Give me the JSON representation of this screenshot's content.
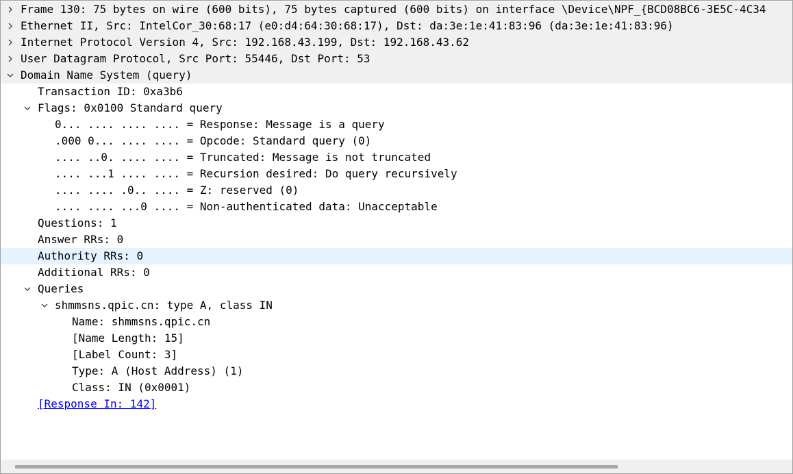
{
  "tree": [
    {
      "text": "Frame 130: 75 bytes on wire (600 bits), 75 bytes captured (600 bits) on interface \\Device\\NPF_{BCD08BC6-3E5C-4C34",
      "depth": 0,
      "arrow": "right",
      "style": "gray"
    },
    {
      "text": "Ethernet II, Src: IntelCor_30:68:17 (e0:d4:64:30:68:17), Dst: da:3e:1e:41:83:96 (da:3e:1e:41:83:96)",
      "depth": 0,
      "arrow": "right",
      "style": "gray"
    },
    {
      "text": "Internet Protocol Version 4, Src: 192.168.43.199, Dst: 192.168.43.62",
      "depth": 0,
      "arrow": "right",
      "style": "gray"
    },
    {
      "text": "User Datagram Protocol, Src Port: 55446, Dst Port: 53",
      "depth": 0,
      "arrow": "right",
      "style": "gray"
    },
    {
      "text": "Domain Name System (query)",
      "depth": 0,
      "arrow": "down",
      "style": "gray"
    },
    {
      "text": "Transaction ID: 0xa3b6",
      "depth": 1,
      "arrow": "none"
    },
    {
      "text": "Flags: 0x0100 Standard query",
      "depth": 1,
      "arrow": "down"
    },
    {
      "text": "0... .... .... .... = Response: Message is a query",
      "depth": 2,
      "arrow": "none"
    },
    {
      "text": ".000 0... .... .... = Opcode: Standard query (0)",
      "depth": 2,
      "arrow": "none"
    },
    {
      "text": ".... ..0. .... .... = Truncated: Message is not truncated",
      "depth": 2,
      "arrow": "none"
    },
    {
      "text": ".... ...1 .... .... = Recursion desired: Do query recursively",
      "depth": 2,
      "arrow": "none"
    },
    {
      "text": ".... .... .0.. .... = Z: reserved (0)",
      "depth": 2,
      "arrow": "none"
    },
    {
      "text": ".... .... ...0 .... = Non-authenticated data: Unacceptable",
      "depth": 2,
      "arrow": "none"
    },
    {
      "text": "Questions: 1",
      "depth": 1,
      "arrow": "none"
    },
    {
      "text": "Answer RRs: 0",
      "depth": 1,
      "arrow": "none"
    },
    {
      "text": "Authority RRs: 0",
      "depth": 1,
      "arrow": "none",
      "style": "hover"
    },
    {
      "text": "Additional RRs: 0",
      "depth": 1,
      "arrow": "none"
    },
    {
      "text": "Queries",
      "depth": 1,
      "arrow": "down"
    },
    {
      "text": "shmmsns.qpic.cn: type A, class IN",
      "depth": 2,
      "arrow": "down"
    },
    {
      "text": "Name: shmmsns.qpic.cn",
      "depth": 3,
      "arrow": "none"
    },
    {
      "text": "[Name Length: 15]",
      "depth": 3,
      "arrow": "none"
    },
    {
      "text": "[Label Count: 3]",
      "depth": 3,
      "arrow": "none"
    },
    {
      "text": "Type: A (Host Address) (1)",
      "depth": 3,
      "arrow": "none"
    },
    {
      "text": "Class: IN (0x0001)",
      "depth": 3,
      "arrow": "none"
    },
    {
      "text": "[Response In: 142]",
      "depth": 1,
      "arrow": "none",
      "style": "link"
    }
  ],
  "colors": {
    "gray_row": "#f0f0f0",
    "hover_row": "#e5f3ff",
    "link": "#0000ee",
    "scrollbar_track": "#f0f0f0",
    "scrollbar_thumb": "#a8a8a8"
  },
  "icons": {
    "collapsed": "chevron-right-icon",
    "expanded": "chevron-down-icon"
  },
  "scrollbar": {
    "horizontal_thumb_fraction": 0.79
  }
}
